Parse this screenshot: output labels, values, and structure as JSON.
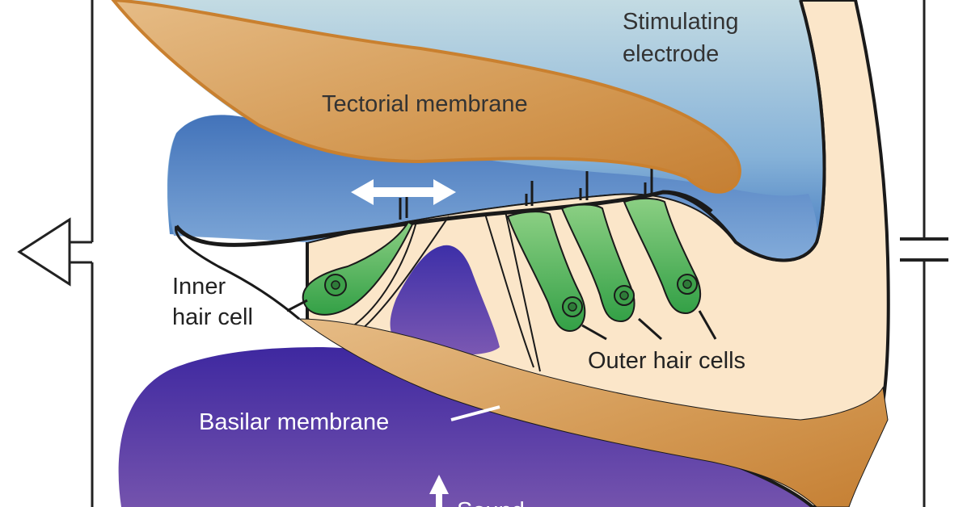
{
  "labels": {
    "stimulating_line1": "Stimulating",
    "stimulating_line2": "electrode",
    "tectorial": "Tectorial membrane",
    "inner_line1": "Inner",
    "inner_line2": "hair cell",
    "outer": "Outer hair cells",
    "basilar": "Basilar membrane",
    "sound": "Sound"
  },
  "colors": {
    "tectorial": "#d49a55",
    "fluid_upper": "#5b8ec8",
    "tissue": "#fbe8cc",
    "hair_cell": "#4caf50",
    "scala_lower": "#5b3ea0",
    "text_dark": "#333333",
    "text_light": "#ffffff"
  },
  "icons": {
    "amplifier": "amplifier-triangle-icon",
    "electrode": "capacitor-icon",
    "motion": "double-arrow-icon",
    "sound": "up-arrow-icon"
  }
}
